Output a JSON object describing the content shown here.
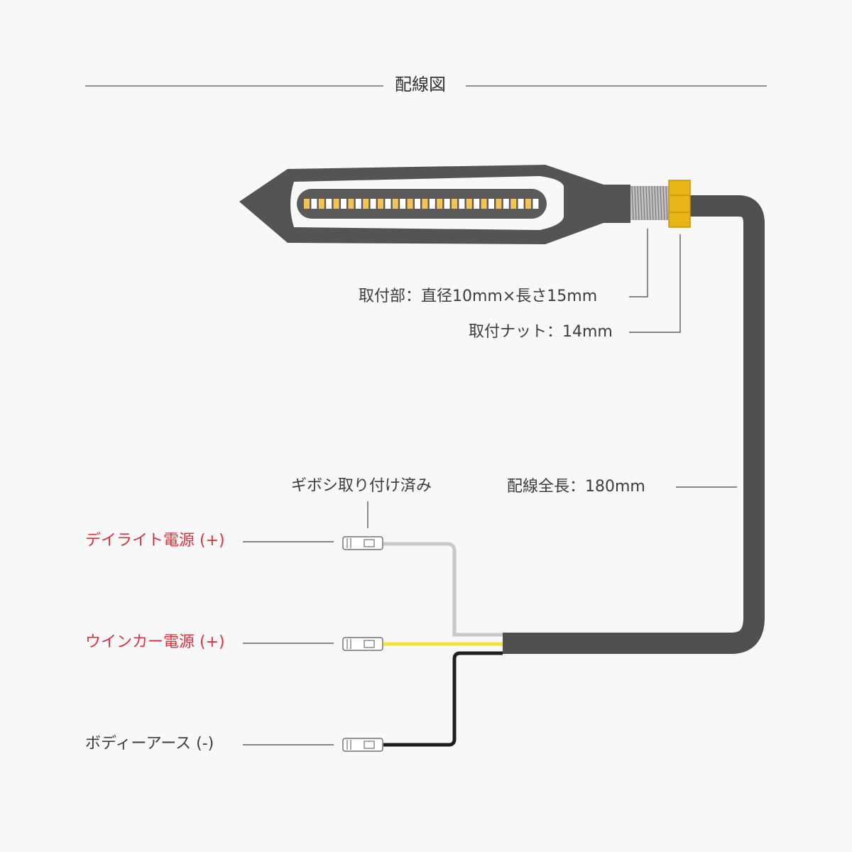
{
  "title": "配線図",
  "labels": {
    "mount_part": "取付部：直径10mm×長さ15mm",
    "mount_nut": "取付ナット：14mm",
    "wire_length": "配線全長：180mm",
    "gibosi": "ギボシ取り付け済み",
    "daylight_power": "デイライト電源 (+)",
    "winker_power": "ウインカー電源 (+)",
    "body_earth": "ボディーアース (-)"
  },
  "colors": {
    "cable": "#4f4f4f",
    "wire_daylight": "#c9c9c9",
    "wire_winker": "#f2e33b",
    "wire_earth": "#1f1f1f",
    "nut": "#e8b417",
    "led_white": "#ffffff",
    "led_amber": "#f3c35a",
    "label_accent": "#d8343f"
  },
  "led_pattern": [
    "amber",
    "white",
    "amber",
    "white",
    "amber",
    "white",
    "amber",
    "white",
    "amber",
    "white",
    "amber",
    "white",
    "amber",
    "white",
    "amber",
    "white",
    "amber",
    "white",
    "amber",
    "white",
    "amber",
    "white",
    "amber",
    "white",
    "amber",
    "white",
    "amber",
    "white",
    "amber",
    "white",
    "amber",
    "white"
  ]
}
